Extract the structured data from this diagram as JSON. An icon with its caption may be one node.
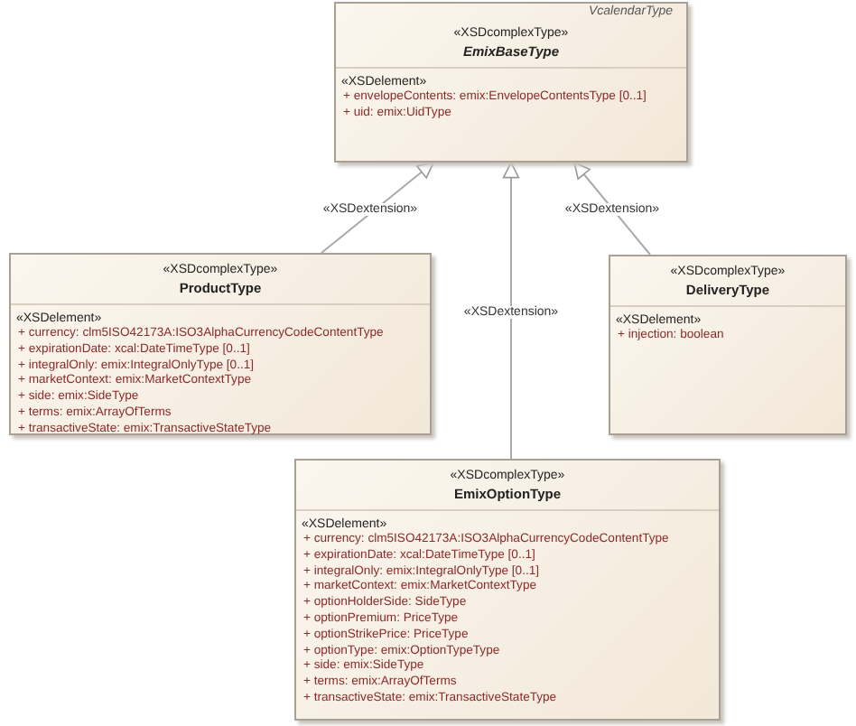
{
  "diagram": {
    "nodes": [
      {
        "text": [
          "«XSDcomplexType»",
          "EmixBaseType",
          "«XSDelement»",
          "+ envelopeContents: emix:EnvelopeContentsType [0..1]",
          "+ uid: emix:UidType"
        ]
      },
      {
        "text": [
          "«XSDcomplexType»",
          "ProductType",
          "«XSDelement»",
          "+ currency: clm5ISO42173A:ISO3AlphaCurrencyCodeContentType",
          "+ expirationDate: xcal:DateTimeType [0..1]",
          "+ integralOnly: emix:IntegralOnlyType [0..1]",
          "+ marketContext: emix:MarketContextType",
          "+ side: emix:SideType",
          "+ terms: emix:ArrayOfTerms",
          "+ transactiveState: emix:TransactiveStateType"
        ]
      },
      {
        "text": [
          "«XSDcomplexType»",
          "DeliveryType",
          "«XSDelement»",
          "+ injection: boolean"
        ]
      },
      {
        "text": [
          "«XSDcomplexType»",
          "EmixOptionType",
          "«XSDelement»",
          "+ currency: clm5ISO42173A:ISO3AlphaCurrencyCodeContentType",
          "+ expirationDate: xcal:DateTimeType [0..1]",
          "+ integralOnly: emix:IntegralOnlyType [0..1]",
          "+ marketContext: emix:MarketContextType",
          "+ optionHolderSide: SideType",
          "+ optionPremium: PriceType",
          "+ optionStrikePrice: PriceType",
          "+ optionType: emix:OptionTypeType",
          "+ side: emix:SideType",
          "+ terms: emix:ArrayOfTerms",
          "+ transactiveState: emix:TransactiveStateType"
        ]
      }
    ],
    "edges": [
      {
        "from": 1,
        "to": 0,
        "arrow": "to",
        "label": "«XSDextension»"
      },
      {
        "from": 3,
        "to": 0,
        "arrow": "to",
        "label": "«XSDextension»"
      },
      {
        "from": 2,
        "to": 0,
        "arrow": "to",
        "label": "«XSDextension»"
      }
    ],
    "labels": [
      "VcalendarType"
    ]
  }
}
